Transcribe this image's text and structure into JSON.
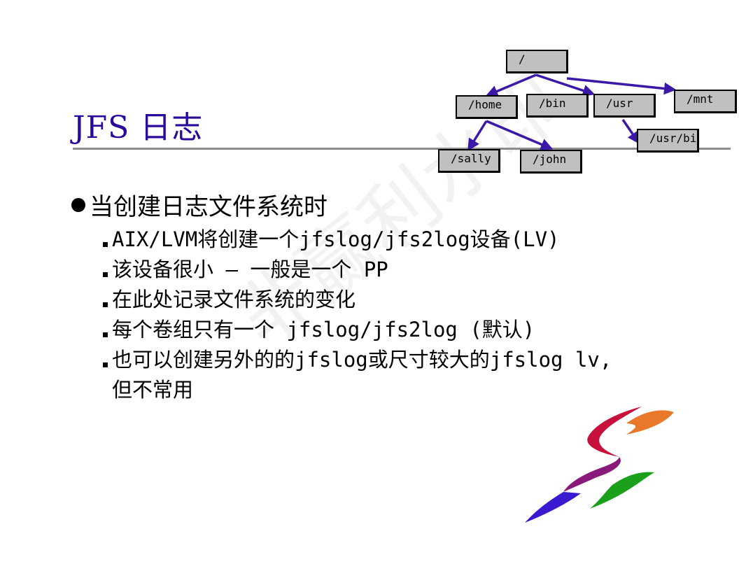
{
  "title": "JFS 日志",
  "tree": {
    "nodes": [
      {
        "id": "root",
        "label": "/"
      },
      {
        "id": "home",
        "label": "/home"
      },
      {
        "id": "bin",
        "label": "/bin"
      },
      {
        "id": "usr",
        "label": "/usr"
      },
      {
        "id": "mnt",
        "label": "/mnt"
      },
      {
        "id": "usrbin",
        "label": "/usr/bin"
      },
      {
        "id": "sally",
        "label": "/sally"
      },
      {
        "id": "john",
        "label": "/john"
      }
    ]
  },
  "bullets": {
    "main": "当创建日志文件系统时",
    "items": [
      "AIX/LVM将创建一个jfslog/jfs2log设备(LV)",
      "该设备很小 – 一般是一个 PP",
      "在此处记录文件系统的变化",
      "每个卷组只有一个 jfslog/jfs2log  (默认)",
      "也可以创建另外的的jfslog或尺寸较大的jfslog lv,"
    ],
    "continuation": "但不常用"
  },
  "watermark": "非赢利水印",
  "colors": {
    "title": "#2a0a9a",
    "arrow": "#3b18a8",
    "node_fill": "#c0c0c0",
    "rule": "#8c8c8c"
  }
}
